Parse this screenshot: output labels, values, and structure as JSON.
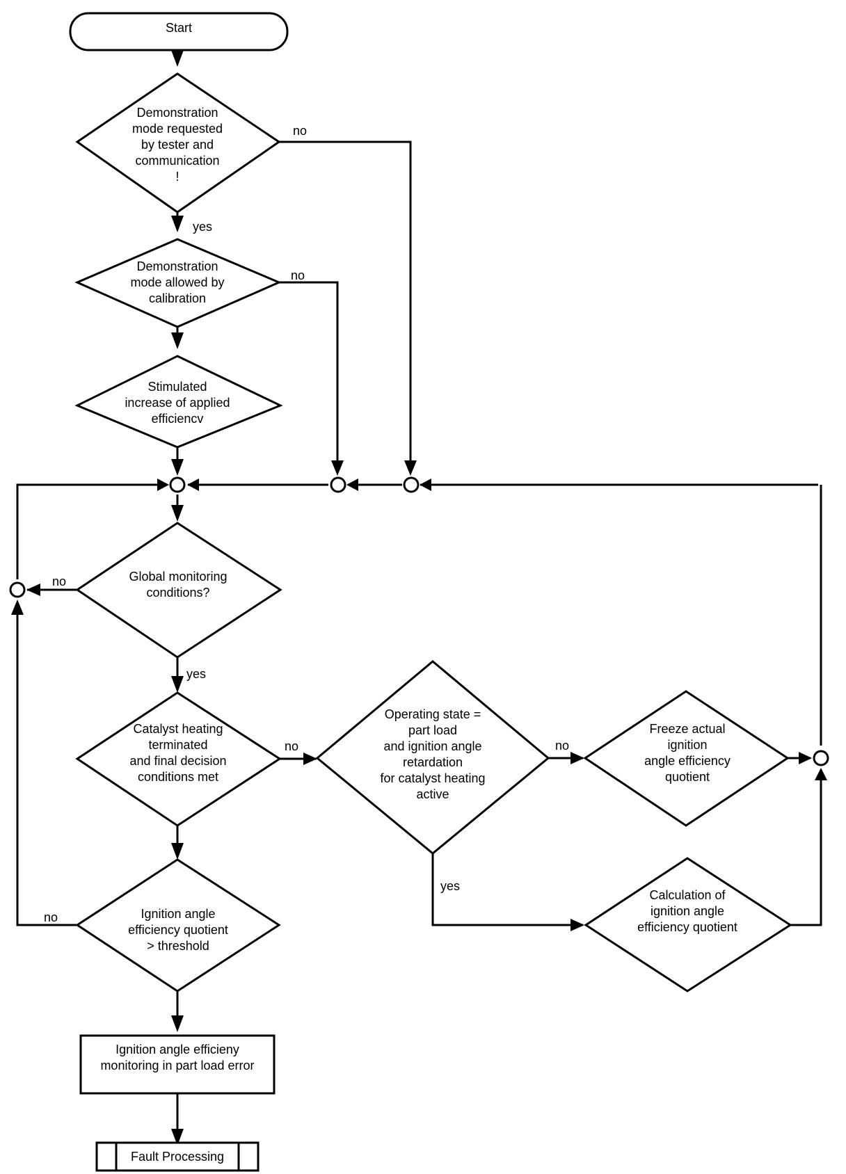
{
  "nodes": {
    "start": [
      "Start"
    ],
    "demo_requested": [
      "Demonstration",
      "mode requested",
      "by tester  and",
      "communication",
      "!"
    ],
    "demo_allowed": [
      "Demonstration",
      "mode allowed by",
      "calibration"
    ],
    "stimulated": [
      "Stimulated",
      "increase of applied",
      "efficiencv"
    ],
    "global_cond": [
      "Global monitoring",
      "conditions?"
    ],
    "catalyst_heating": [
      "Catalyst heating",
      "terminated",
      "and final decision",
      "conditions met"
    ],
    "operating_state": [
      "Operating state =",
      "part load",
      "and ignition angle",
      "retardation",
      "for catalyst heating",
      "active"
    ],
    "freeze": [
      "Freeze actual",
      "ignition",
      "angle efficiency",
      "quotient"
    ],
    "calculation": [
      "Calculation of",
      "ignition angle",
      "efficiency quotient"
    ],
    "threshold": [
      "Ignition angle",
      "efficiency quotient",
      "> threshold"
    ],
    "error": [
      "Ignition angle efficieny",
      "monitoring in part load error"
    ],
    "fault": [
      "Fault Processing"
    ]
  },
  "edge_labels": {
    "demo_requested_no": "no",
    "demo_requested_yes": "yes",
    "demo_allowed_no": "no",
    "global_no": "no",
    "global_yes": "yes",
    "catalyst_no": "no",
    "operating_no": "no",
    "operating_yes": "yes",
    "threshold_no": "no"
  }
}
